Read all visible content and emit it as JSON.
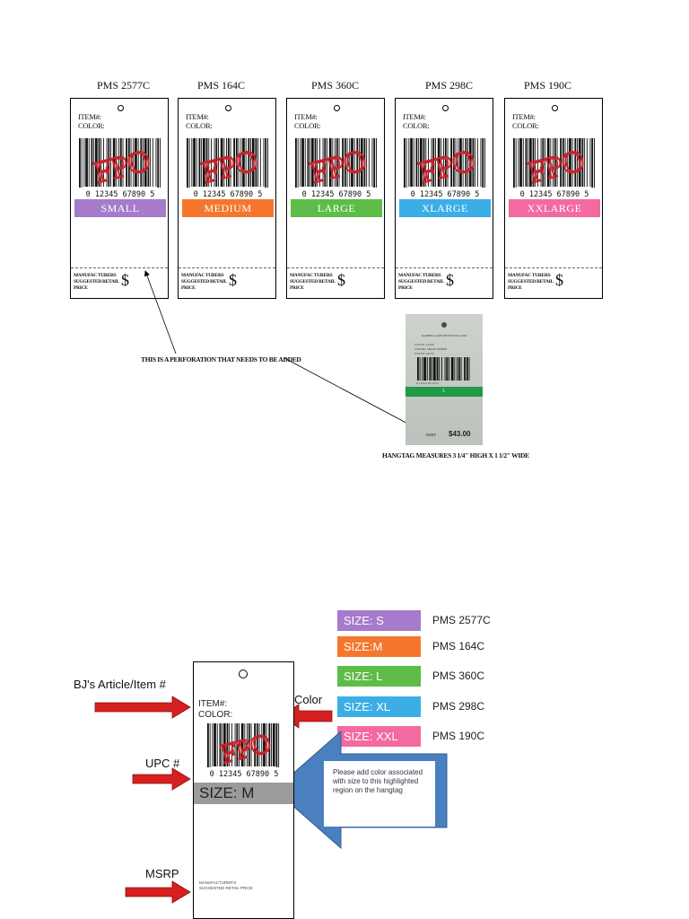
{
  "top_tags": [
    {
      "pms": "PMS 2577C",
      "size": "SMALL",
      "color": "#a67bcb"
    },
    {
      "pms": "PMS 164C",
      "size": "MEDIUM",
      "color": "#f5772e"
    },
    {
      "pms": "PMS 360C",
      "size": "LARGE",
      "color": "#5ebd48"
    },
    {
      "pms": "PMS 298C",
      "size": "XLARGE",
      "color": "#3caee6"
    },
    {
      "pms": "PMS 190C",
      "size": "XXLARGE",
      "color": "#f26aa0"
    }
  ],
  "tag_text": {
    "item": "ITEM#:",
    "color": "COLOR:",
    "upc": "0  12345  67890  5",
    "fpo": "FPO",
    "msrp": "MANUFAC TURERS SUGGESTED RETAIL PRICE",
    "dollar": "$"
  },
  "perforation_note": "THIS IS A PERFORATION THAT NEEDS TO BE ADDED",
  "photo": {
    "site": "RAPHELLASPORTSWEAR.COM",
    "style": "STYLE: 12345",
    "color": "COLOR: SNOW WHITE",
    "style2": "STYLE: 43170",
    "upc": "0 1123 0 00 123 4",
    "band": "L",
    "msrp": "MSRP",
    "price": "$43.00"
  },
  "photo_caption": "HANGTAG MEASURES 3 1/4\" HIGH X 1 1/2\" WIDE",
  "legend": [
    {
      "label": "SIZE: S",
      "pms": "PMS 2577C",
      "color": "#a67bcb"
    },
    {
      "label": "SIZE:M",
      "pms": "PMS 164C",
      "color": "#f5772e"
    },
    {
      "label": "SIZE: L",
      "pms": "PMS 360C",
      "color": "#5ebd48"
    },
    {
      "label": "SIZE: XL",
      "pms": "PMS 298C",
      "color": "#3caee6"
    },
    {
      "label": "SIZE: XXL",
      "pms": "PMS 190C",
      "color": "#f26aa0"
    }
  ],
  "callouts": {
    "item": "BJ's Article/Item #",
    "color": "Color",
    "upc": "UPC #",
    "msrp": "MSRP"
  },
  "big_tag": {
    "item": "ITEM#:",
    "color": "COLOR:",
    "upc": "0  12345  67890  5",
    "fpo": "FPO",
    "size": "SIZE: M",
    "msrp": "MANUFACTURER'S SUGGESTED RETAIL PRICE"
  },
  "note": "Please add color associated with size to this highlighted region on the hangtag",
  "colors": {
    "arrow_red": "#d6201f",
    "arrow_blue": "#4a7fc0",
    "fpo_red": "#c8232b"
  }
}
